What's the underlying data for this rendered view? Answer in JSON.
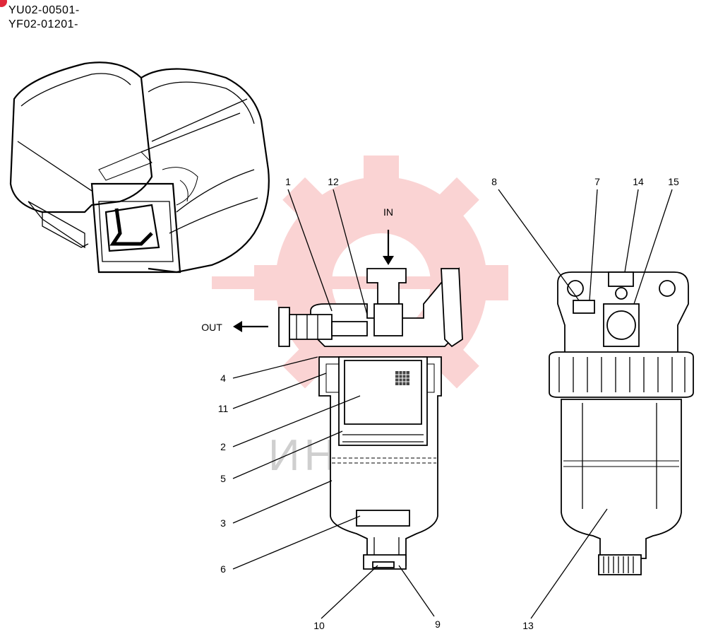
{
  "header": {
    "serials": [
      "YU02-00501-",
      "YF02-01201-"
    ],
    "badge_color": "#e0283a"
  },
  "flow": {
    "in_label": "IN",
    "out_label": "OUT"
  },
  "callouts": {
    "c1": "1",
    "c2": "2",
    "c3": "3",
    "c4": "4",
    "c5": "5",
    "c6": "6",
    "c7": "7",
    "c8": "8",
    "c9": "9",
    "c10": "10",
    "c11": "11",
    "c12": "12",
    "c13": "13",
    "c14": "14",
    "c15": "15"
  },
  "watermark": {
    "text": "ИНТЕХ",
    "color": "#f2a0a0"
  }
}
